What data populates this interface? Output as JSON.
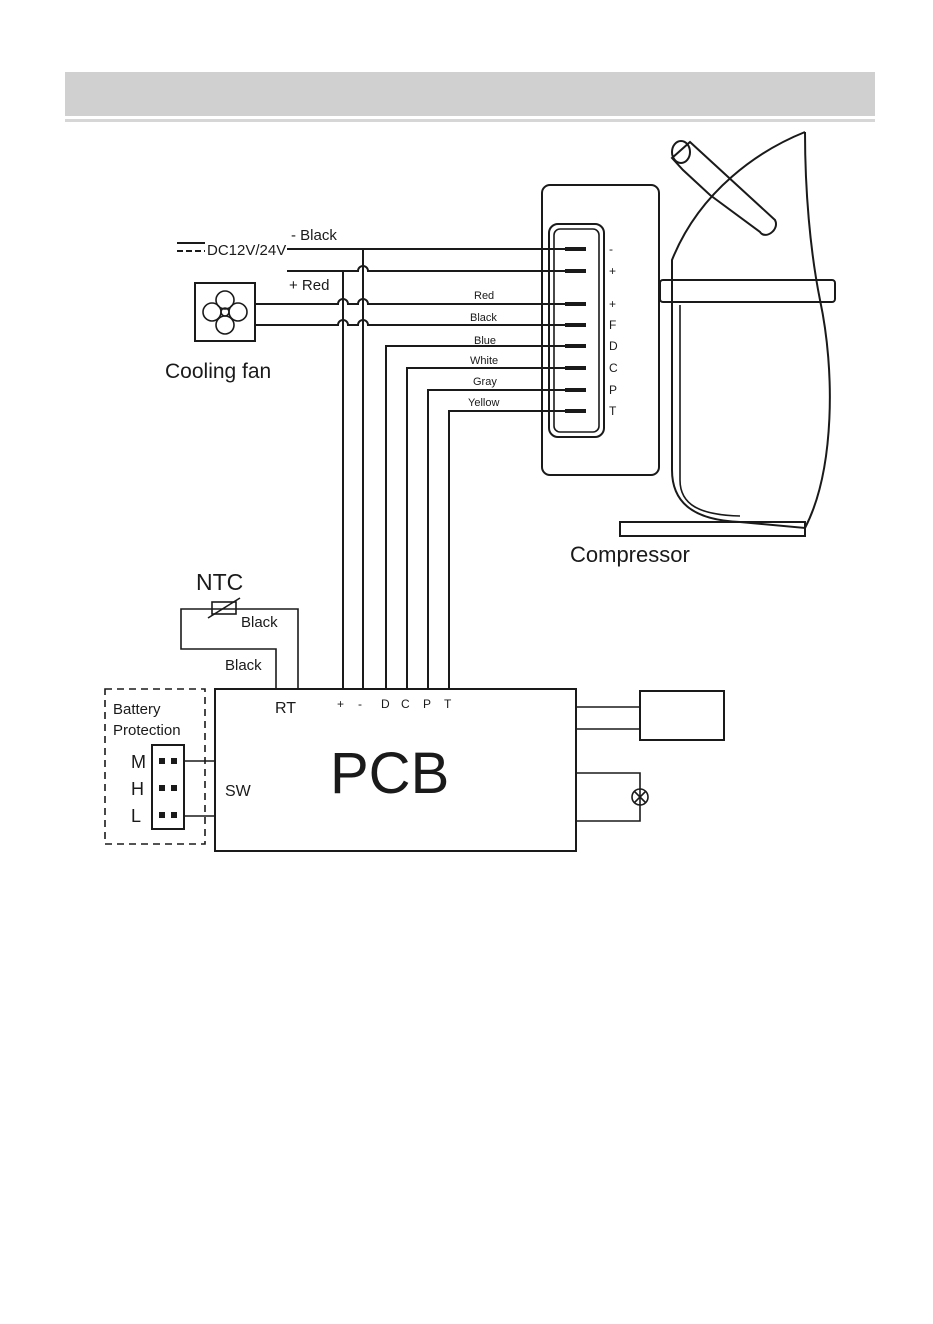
{
  "power": {
    "source": "DC12V/24V",
    "negative": "- Black",
    "positive": "+ Red"
  },
  "fan": {
    "label": "Cooling fan",
    "wire_colors": [
      "Red",
      "Black"
    ]
  },
  "compressor": {
    "label": "Compressor",
    "wire_colors": [
      "Blue",
      "White",
      "Gray",
      "Yellow"
    ],
    "terminals": [
      "-",
      "+",
      "+",
      "F",
      "D",
      "C",
      "P",
      "T"
    ]
  },
  "ntc": {
    "label": "NTC",
    "wire_top": "Black",
    "wire_bottom": "Black"
  },
  "battery": {
    "title_line1": "Battery",
    "title_line2": "Protection",
    "levels": [
      "M",
      "H",
      "L"
    ]
  },
  "pcb": {
    "label": "PCB",
    "rt": "RT",
    "sw": "SW",
    "pins": [
      "+",
      "-",
      "D",
      "C",
      "P",
      "T"
    ]
  }
}
